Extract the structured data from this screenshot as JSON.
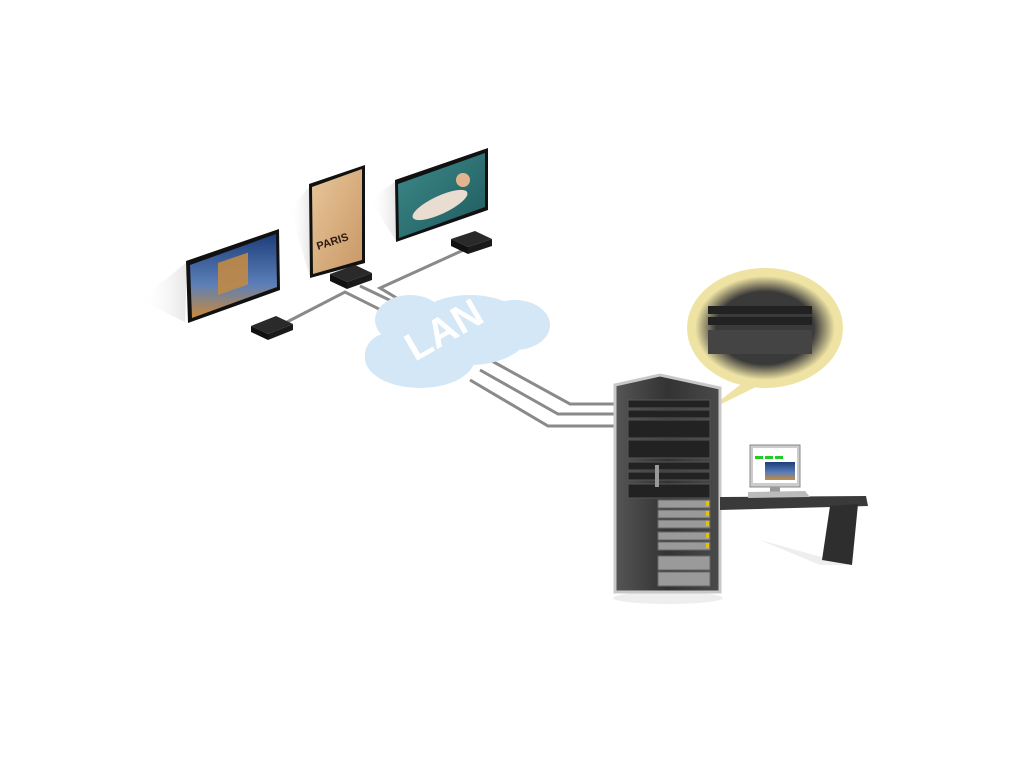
{
  "diagram": {
    "network_label": "LAN",
    "map_screen_label": "PARIS",
    "colors": {
      "cloud": "#d3e7f6",
      "cable": "#8a8a8a",
      "rack": "#3b3b3b",
      "callout": "#efe3a4",
      "desk": "#3a3a3a"
    },
    "nodes": [
      {
        "name": "display-arc-de-triomphe"
      },
      {
        "name": "display-paris-map"
      },
      {
        "name": "display-portrait"
      },
      {
        "name": "media-player-1"
      },
      {
        "name": "media-player-2"
      },
      {
        "name": "media-player-3"
      },
      {
        "name": "server-rack"
      },
      {
        "name": "control-workstation"
      }
    ]
  }
}
